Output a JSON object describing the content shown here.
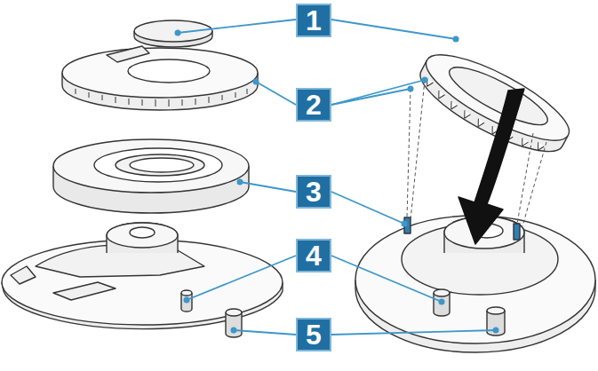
{
  "diagram": {
    "nodes": [
      {
        "text": [
          "1"
        ]
      },
      {
        "text": [
          "2"
        ]
      },
      {
        "text": [
          "3"
        ]
      },
      {
        "text": [
          "4"
        ]
      },
      {
        "text": [
          "5"
        ]
      }
    ]
  }
}
